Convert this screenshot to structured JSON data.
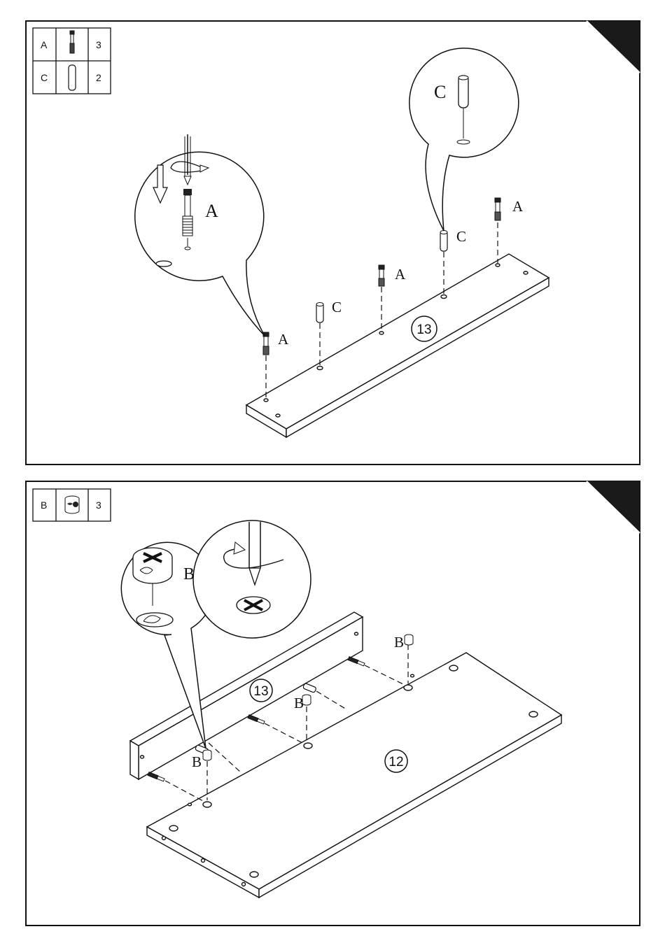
{
  "panel1": {
    "parts": [
      {
        "letter": "A",
        "qty": "3",
        "icon": "cam-bolt-icon"
      },
      {
        "letter": "C",
        "qty": "2",
        "icon": "wooden-dowel-icon"
      }
    ],
    "labels": {
      "a_zoom": "A",
      "c_zoom": "C",
      "a1": "A",
      "c1": "C",
      "a2": "A",
      "c2": "C",
      "a3": "A"
    },
    "board_number": "13"
  },
  "panel2": {
    "parts": [
      {
        "letter": "B",
        "qty": "3",
        "icon": "cam-lock-nut-icon"
      }
    ],
    "labels": {
      "b_zoom": "B",
      "b1": "B",
      "b2": "B",
      "b3": "B"
    },
    "board_top": "13",
    "board_bottom": "12"
  }
}
